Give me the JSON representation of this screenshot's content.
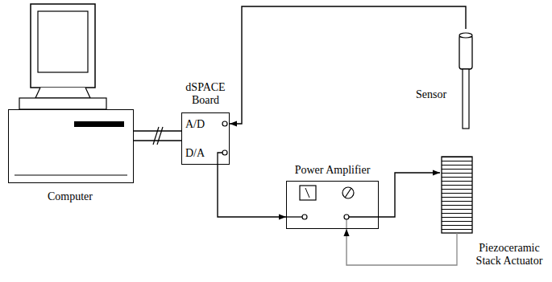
{
  "diagram": {
    "nodes": [
      {
        "text": [
          "Computer"
        ]
      },
      {
        "text": [
          "dSPACE Board",
          "A/D",
          "D/A"
        ]
      },
      {
        "text": [
          "Sensor"
        ]
      },
      {
        "text": [
          "Power Amplifier"
        ]
      },
      {
        "text": [
          "Piezoceramic Stack Actuator"
        ]
      }
    ],
    "edges": [
      {
        "from": 0,
        "to": 1,
        "arrow": "none"
      },
      {
        "from": 2,
        "to": 1,
        "arrow": "to"
      },
      {
        "from": 1,
        "to": 3,
        "arrow": "to"
      },
      {
        "from": 3,
        "to": 4,
        "arrow": "to"
      },
      {
        "from": 4,
        "to": 3,
        "arrow": "to"
      }
    ]
  }
}
